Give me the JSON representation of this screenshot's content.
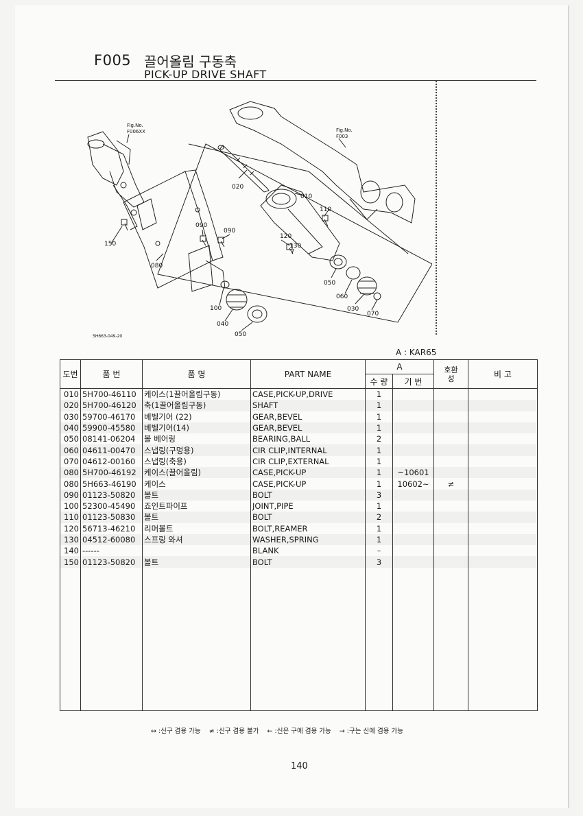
{
  "header": {
    "code": "F005",
    "title_ko": "끌어올림 구동축",
    "title_en": "PICK-UP DRIVE SHAFT"
  },
  "figure": {
    "labels": [
      "Fig.No.",
      "F006XX",
      "Fig.No.",
      "F003",
      "020",
      "010",
      "110",
      "090",
      "090",
      "120",
      "130",
      "150",
      "080",
      "050",
      "060",
      "030",
      "070",
      "100",
      "040",
      "050",
      "5H663-049-20"
    ]
  },
  "model_note": "A : KAR65",
  "table": {
    "headers": {
      "ref": "도번",
      "part_no": "품 번",
      "name_ko": "품 명",
      "name_en": "PART NAME",
      "group_a": "A",
      "qty": "수 량",
      "serial": "기 번",
      "interchange": "호환성",
      "remarks": "비 고"
    },
    "rows": [
      {
        "ref": "010",
        "part_no": "5H700-46110",
        "name_ko": "케이스(1끌어올림구동)",
        "name_en": "CASE,PICK-UP,DRIVE",
        "qty": "1",
        "serial": "",
        "ic": ""
      },
      {
        "ref": "020",
        "part_no": "5H700-46120",
        "name_ko": "축(1끌어올림구동)",
        "name_en": "SHAFT",
        "qty": "1",
        "serial": "",
        "ic": ""
      },
      {
        "ref": "030",
        "part_no": "59700-46170",
        "name_ko": "베벨기어 (22)",
        "name_en": "GEAR,BEVEL",
        "qty": "1",
        "serial": "",
        "ic": ""
      },
      {
        "ref": "040",
        "part_no": "59900-45580",
        "name_ko": "베벨기어(14)",
        "name_en": "GEAR,BEVEL",
        "qty": "1",
        "serial": "",
        "ic": ""
      },
      {
        "ref": "050",
        "part_no": "08141-06204",
        "name_ko": "볼 베어링",
        "name_en": "BEARING,BALL",
        "qty": "2",
        "serial": "",
        "ic": ""
      },
      {
        "ref": "060",
        "part_no": "04611-00470",
        "name_ko": "스냅링(구멍용)",
        "name_en": "CIR CLIP,INTERNAL",
        "qty": "1",
        "serial": "",
        "ic": ""
      },
      {
        "ref": "070",
        "part_no": "04612-00160",
        "name_ko": "스냅링(축용)",
        "name_en": "CIR CLIP,EXTERNAL",
        "qty": "1",
        "serial": "",
        "ic": ""
      },
      {
        "ref": "080",
        "part_no": "5H700-46192",
        "name_ko": "케이스(끌어올림)",
        "name_en": "CASE,PICK-UP",
        "qty": "1",
        "serial": "~10601",
        "ic": ""
      },
      {
        "ref": "080",
        "part_no": "5H663-46190",
        "name_ko": "케이스",
        "name_en": "CASE,PICK-UP",
        "qty": "1",
        "serial": "10602~",
        "ic": "≠"
      },
      {
        "ref": "090",
        "part_no": "01123-50820",
        "name_ko": "볼트",
        "name_en": "BOLT",
        "qty": "3",
        "serial": "",
        "ic": ""
      },
      {
        "ref": "100",
        "part_no": "52300-45490",
        "name_ko": "죠인트파이프",
        "name_en": "JOINT,PIPE",
        "qty": "1",
        "serial": "",
        "ic": ""
      },
      {
        "ref": "110",
        "part_no": "01123-50830",
        "name_ko": "볼트",
        "name_en": "BOLT",
        "qty": "2",
        "serial": "",
        "ic": ""
      },
      {
        "ref": "120",
        "part_no": "56713-46210",
        "name_ko": "리머볼트",
        "name_en": "BOLT,REAMER",
        "qty": "1",
        "serial": "",
        "ic": ""
      },
      {
        "ref": "130",
        "part_no": "04512-60080",
        "name_ko": "스프링 와셔",
        "name_en": "WASHER,SPRING",
        "qty": "1",
        "serial": "",
        "ic": ""
      },
      {
        "ref": "140",
        "part_no": "------",
        "name_ko": "",
        "name_en": "BLANK",
        "qty": "–",
        "serial": "",
        "ic": ""
      },
      {
        "ref": "150",
        "part_no": "01123-50820",
        "name_ko": "볼트",
        "name_en": "BOLT",
        "qty": "3",
        "serial": "",
        "ic": ""
      }
    ]
  },
  "legend": {
    "a": "↔ :신구 겸용 가능",
    "b": "≠ :신구 겸용 불가",
    "c": "← :신은 구에 겸용 가능",
    "d": "→ :구는 신에 겸용 가능"
  },
  "page_number": "140"
}
